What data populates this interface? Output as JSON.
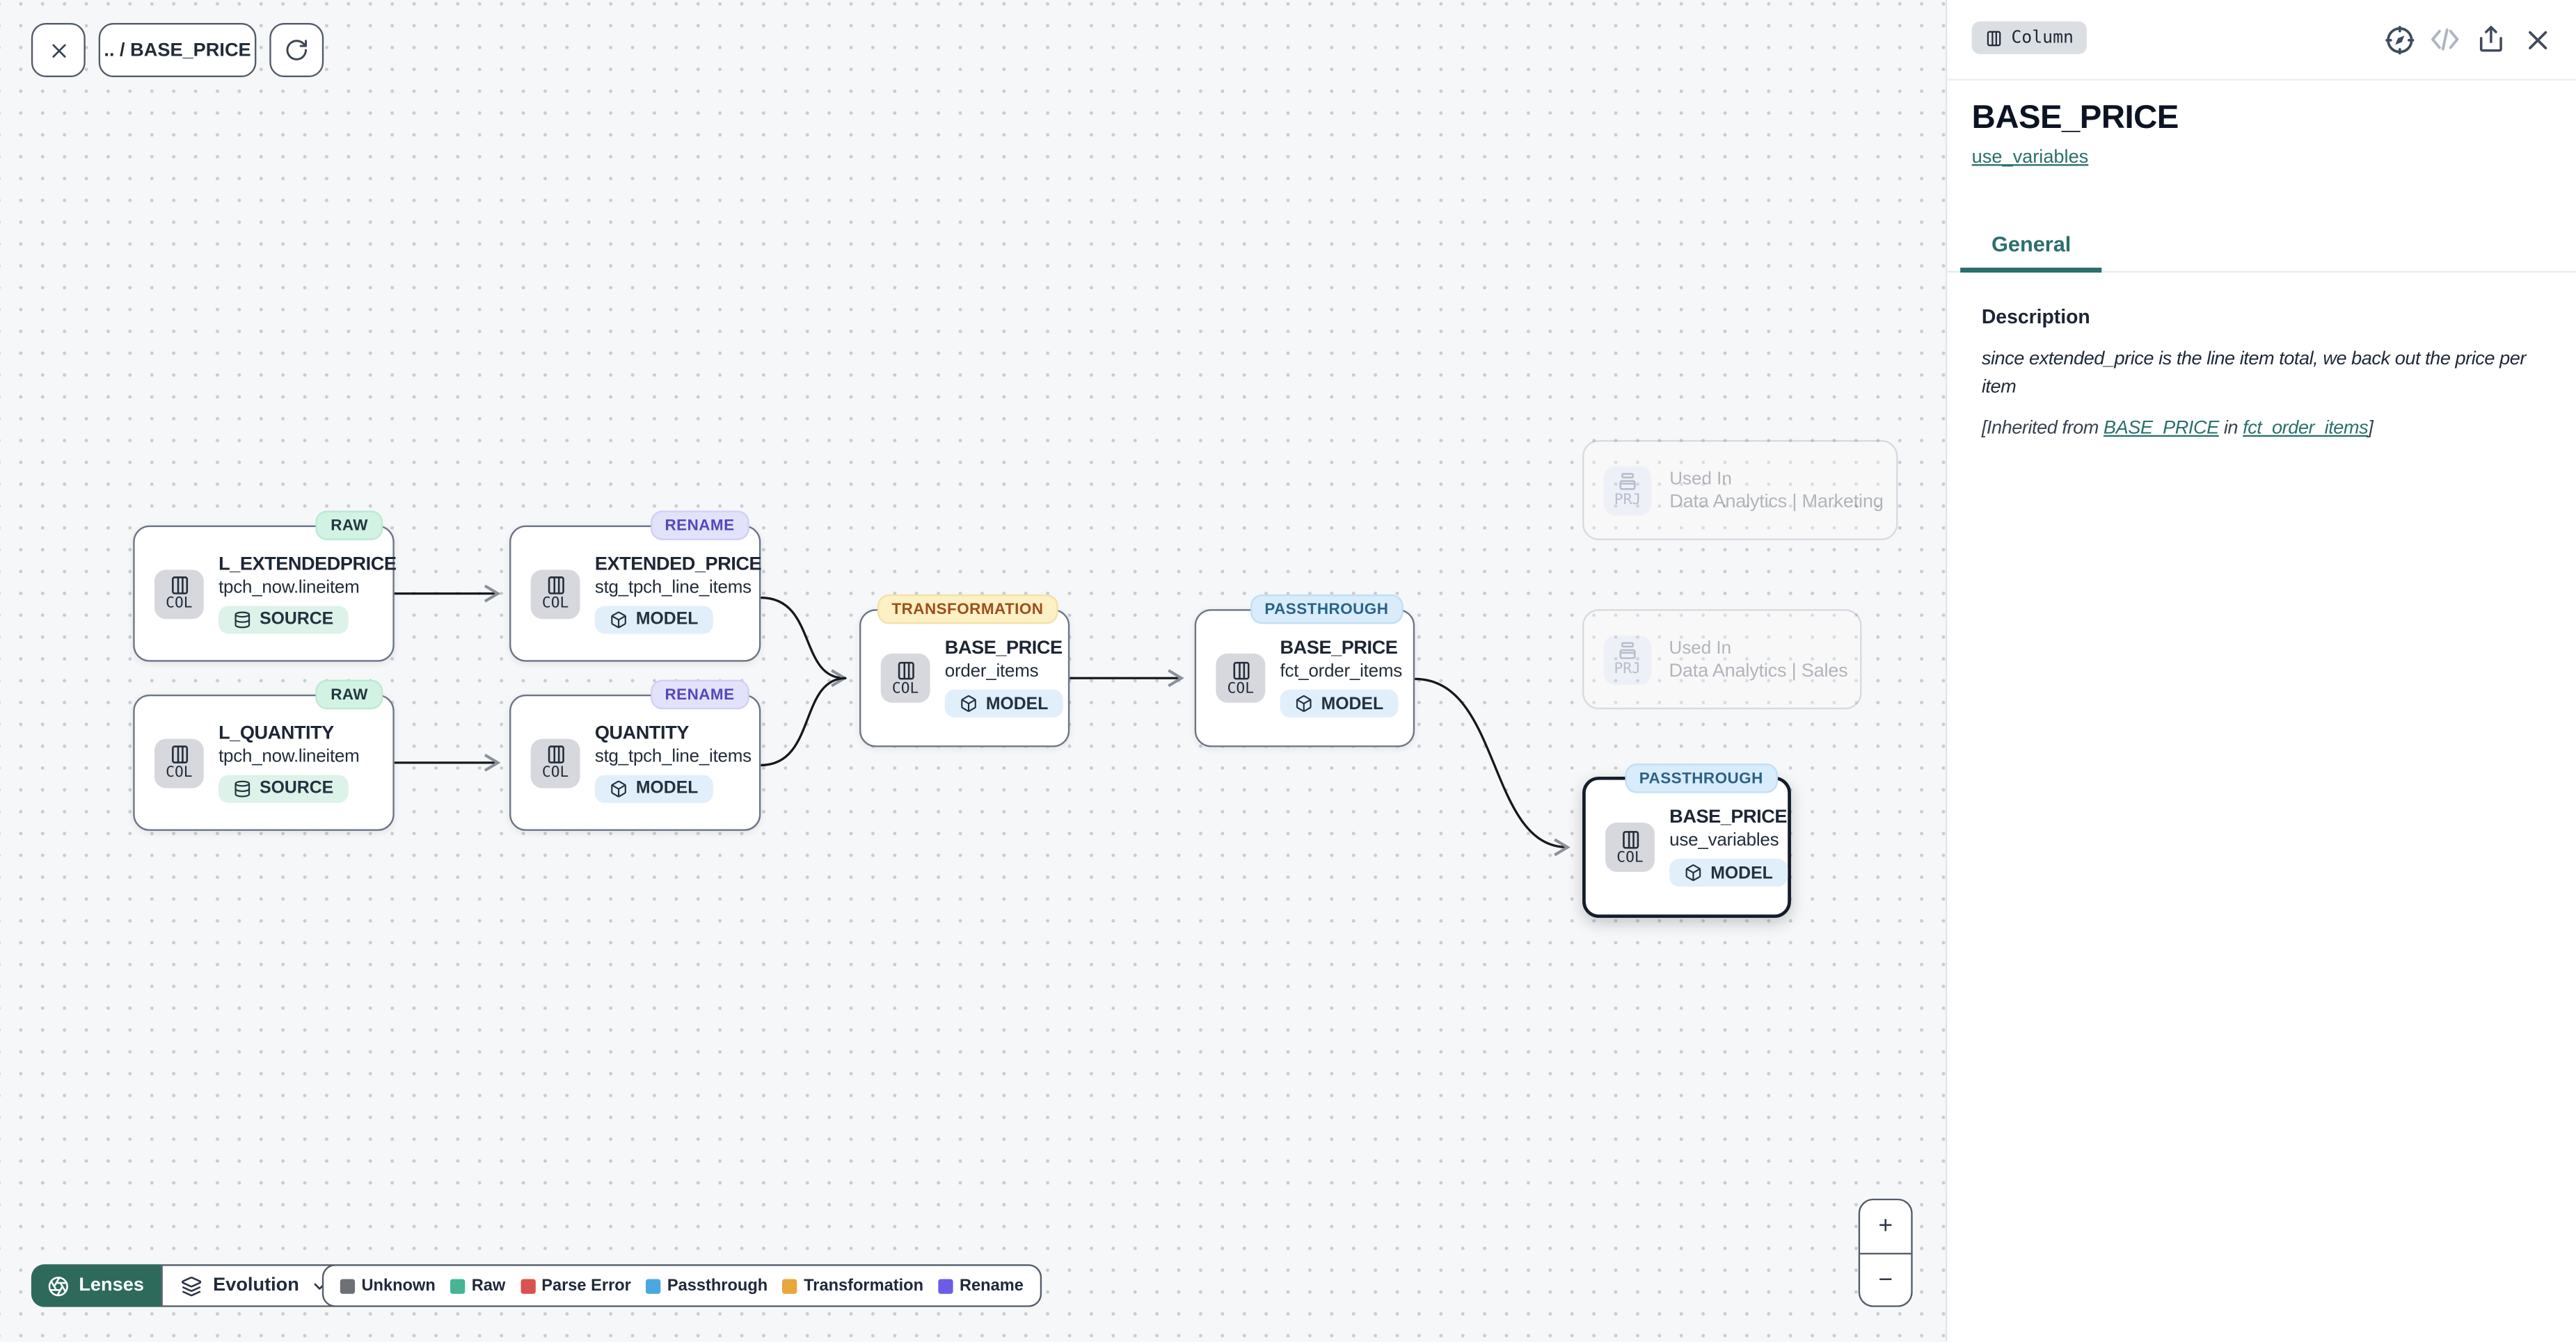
{
  "toolbar": {
    "breadcrumb": ".. / BASE_PRICE"
  },
  "canvas": {
    "nodes": [
      {
        "badge": "RAW",
        "title": "L_EXTENDEDPRICE",
        "subtitle": "tpch_now.lineitem",
        "type": "SOURCE",
        "kind": "COL"
      },
      {
        "badge": "RENAME",
        "title": "EXTENDED_PRICE",
        "subtitle": "stg_tpch_line_items",
        "type": "MODEL",
        "kind": "COL"
      },
      {
        "badge": "RAW",
        "title": "L_QUANTITY",
        "subtitle": "tpch_now.lineitem",
        "type": "SOURCE",
        "kind": "COL"
      },
      {
        "badge": "RENAME",
        "title": "QUANTITY",
        "subtitle": "stg_tpch_line_items",
        "type": "MODEL",
        "kind": "COL"
      },
      {
        "badge": "TRANSFORMATION",
        "title": "BASE_PRICE",
        "subtitle": "order_items",
        "type": "MODEL",
        "kind": "COL"
      },
      {
        "badge": "PASSTHROUGH",
        "title": "BASE_PRICE",
        "subtitle": "fct_order_items",
        "type": "MODEL",
        "kind": "COL"
      },
      {
        "badge": "PASSTHROUGH",
        "title": "BASE_PRICE",
        "subtitle": "use_variables",
        "type": "MODEL",
        "kind": "COL",
        "selected": true
      }
    ],
    "used_in": [
      {
        "label": "Used In",
        "name": "Data Analytics | Marketing",
        "kind": "PRJ"
      },
      {
        "label": "Used In",
        "name": "Data Analytics | Sales",
        "kind": "PRJ"
      }
    ]
  },
  "legend": {
    "items": [
      {
        "label": "Unknown",
        "color": "#6d7177"
      },
      {
        "label": "Raw",
        "color": "#45b595"
      },
      {
        "label": "Parse Error",
        "color": "#d9534f"
      },
      {
        "label": "Passthrough",
        "color": "#4ba7e0"
      },
      {
        "label": "Transformation",
        "color": "#e8a63c"
      },
      {
        "label": "Rename",
        "color": "#6b5ce7"
      }
    ]
  },
  "controls": {
    "lenses_label": "Lenses",
    "lens_selected": "Evolution",
    "zoom_in": "+",
    "zoom_out": "−"
  },
  "panel": {
    "type_badge": "Column",
    "header_icons": [
      "compass-icon",
      "code-icon",
      "share-icon",
      "close-icon"
    ],
    "title": "BASE_PRICE",
    "model_link": "use_variables",
    "tab": "General",
    "description_heading": "Description",
    "description_text": "since extended_price is the line item total, we back out the price per item",
    "inherited": {
      "prefix": "[Inherited from ",
      "column_link": "BASE_PRICE",
      "middle": " in ",
      "model_link": "fct_order_items",
      "suffix": "]"
    }
  },
  "colors": {
    "accent_teal": "#2a6f6b",
    "lenses_bg": "#2e6a5c",
    "edge": "#16181d"
  }
}
